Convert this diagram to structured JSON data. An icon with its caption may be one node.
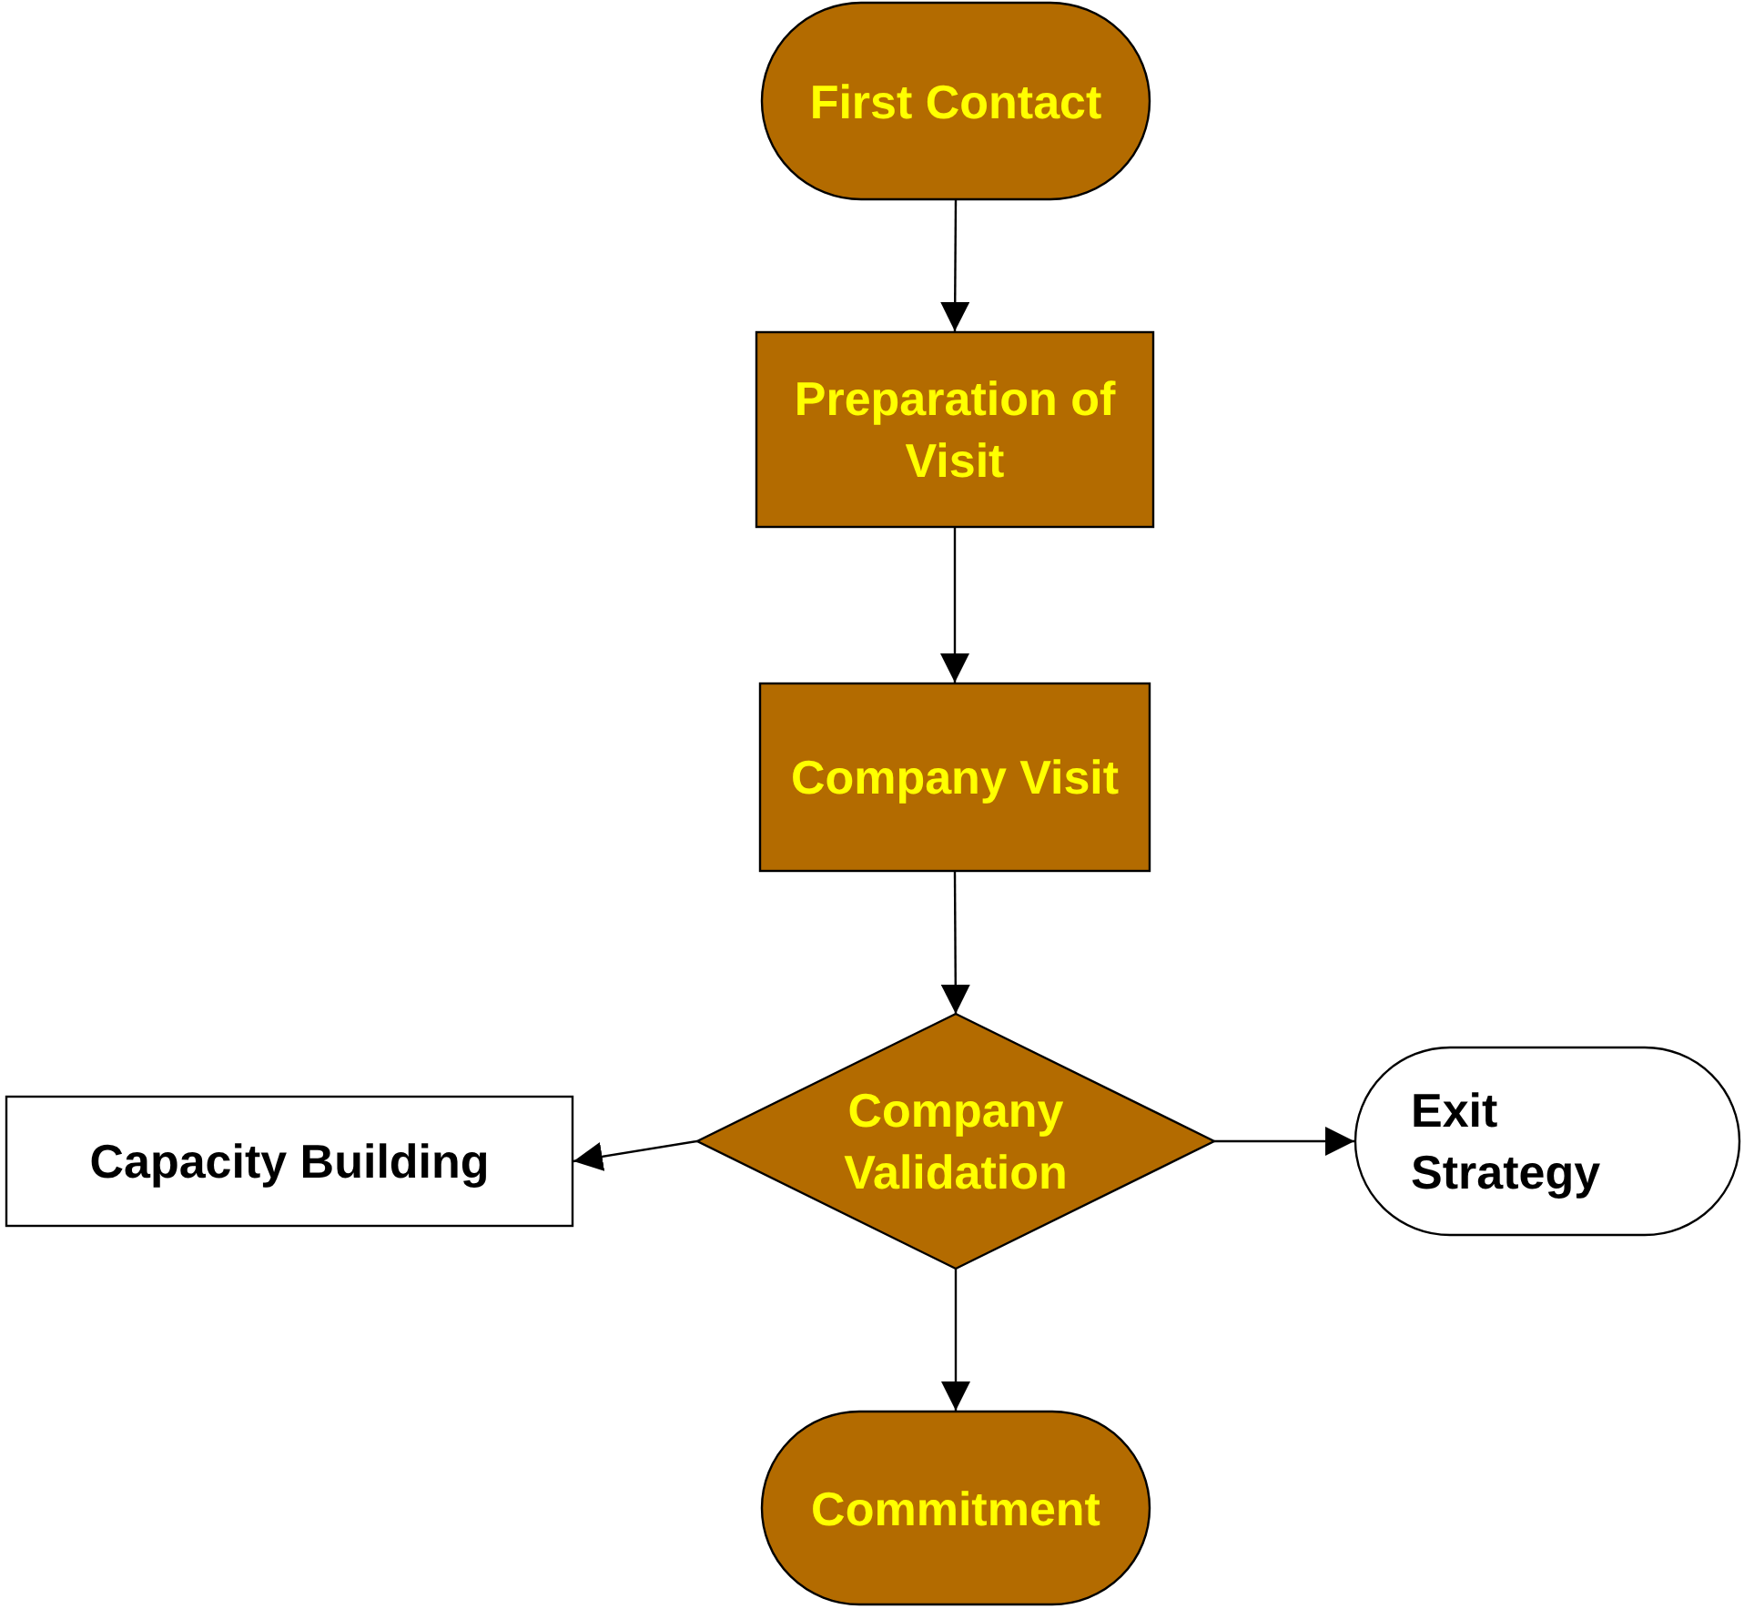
{
  "diagram": {
    "nodes": [
      {
        "text": [
          "First Contact"
        ]
      },
      {
        "text": [
          "Preparation of Visit"
        ]
      },
      {
        "text": [
          "Company Visit"
        ]
      },
      {
        "text": [
          "Company Validation"
        ]
      },
      {
        "text": [
          "Capacity Building"
        ]
      },
      {
        "text": [
          "Exit Strategy"
        ]
      },
      {
        "text": [
          "Commitment"
        ]
      }
    ],
    "edges": [
      {
        "from": 0,
        "to": 1,
        "arrow": "to"
      },
      {
        "from": 1,
        "to": 2,
        "arrow": "to"
      },
      {
        "from": 2,
        "to": 3,
        "arrow": "to"
      },
      {
        "from": 3,
        "to": 4,
        "arrow": "to"
      },
      {
        "from": 3,
        "to": 5,
        "arrow": "to"
      },
      {
        "from": 3,
        "to": 6,
        "arrow": "to"
      }
    ]
  }
}
